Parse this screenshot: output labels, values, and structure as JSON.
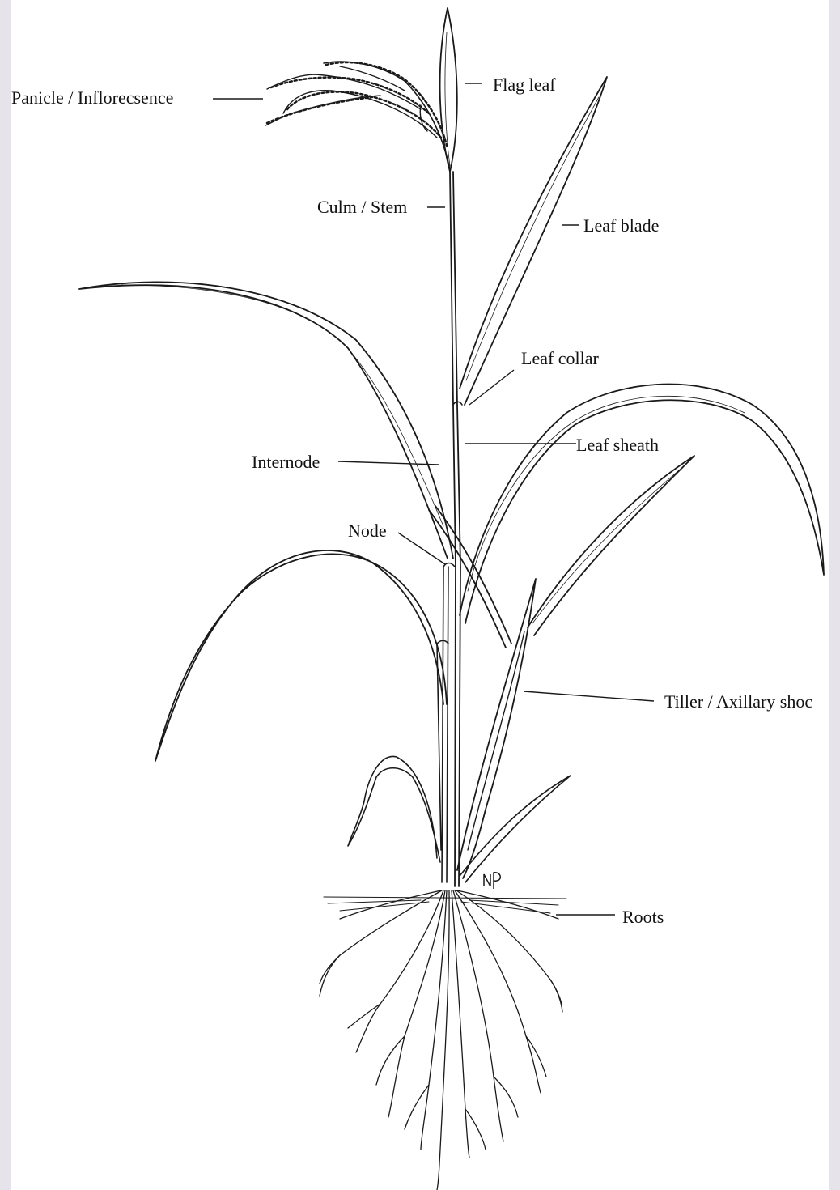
{
  "labels": {
    "panicle": "Panicle / Inflorecsence",
    "flag_leaf": "Flag leaf",
    "culm": "Culm / Stem",
    "leaf_blade": "Leaf blade",
    "leaf_collar": "Leaf collar",
    "leaf_sheath": "Leaf sheath",
    "internode": "Internode",
    "node": "Node",
    "tiller": "Tiller / Axillary shoc",
    "roots": "Roots"
  },
  "signature": "NP",
  "colors": {
    "ink": "#1a1a1a",
    "paper": "#ffffff",
    "frame": "#e6e4ea"
  }
}
